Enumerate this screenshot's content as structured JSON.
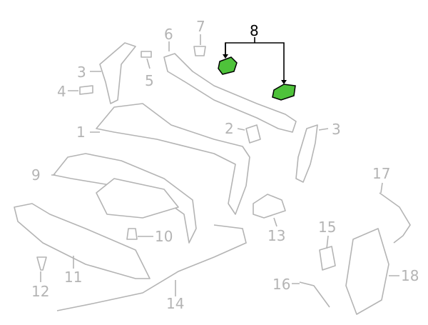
{
  "callouts": [
    "1",
    "2",
    "3",
    "3",
    "4",
    "5",
    "6",
    "7",
    "8",
    "9",
    "10",
    "11",
    "12",
    "13",
    "14",
    "15",
    "16",
    "17",
    "18"
  ],
  "colors": {
    "parts": "#b4b4b4",
    "highlight": "#4ec23a",
    "highlight_label": "#000000"
  }
}
